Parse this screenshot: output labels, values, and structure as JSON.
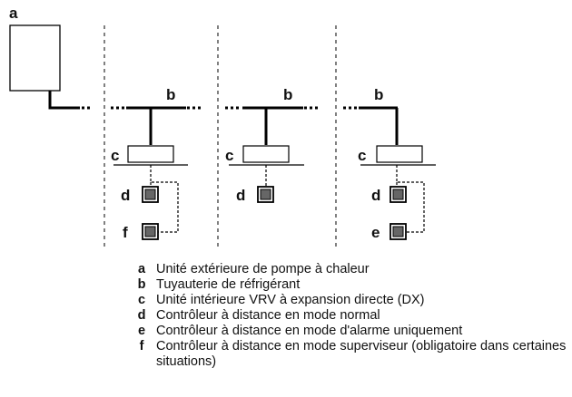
{
  "labels": {
    "outdoor_unit": "a",
    "piping": "b",
    "indoor_unit": "c",
    "remote_normal": "d",
    "remote_alarm": "e",
    "remote_supervisor": "f"
  },
  "legend": [
    {
      "key": "a",
      "text": "Unité extérieure de pompe à chaleur"
    },
    {
      "key": "b",
      "text": "Tuyauterie de réfrigérant"
    },
    {
      "key": "c",
      "text": "Unité intérieure VRV à expansion directe (DX)"
    },
    {
      "key": "d",
      "text": "Contrôleur à distance en mode normal"
    },
    {
      "key": "e",
      "text": "Contrôleur à distance en mode d'alarme uniquement"
    },
    {
      "key": "f",
      "text": "Contrôleur à distance en mode superviseur (obligatoire dans certaines situations)"
    }
  ]
}
